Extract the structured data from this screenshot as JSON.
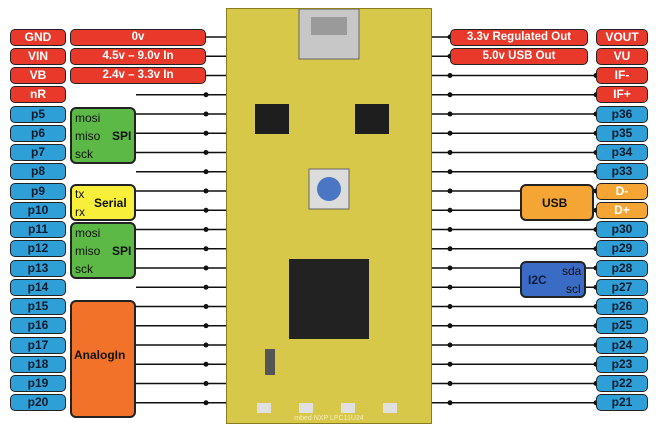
{
  "left_pins": [
    {
      "id": "gnd",
      "label": "GND",
      "kind": "red",
      "desc": "0v"
    },
    {
      "id": "vin",
      "label": "VIN",
      "kind": "red",
      "desc": "4.5v – 9.0v In"
    },
    {
      "id": "vb",
      "label": "VB",
      "kind": "red",
      "desc": "2.4v – 3.3v In"
    },
    {
      "id": "nr",
      "label": "nR",
      "kind": "red",
      "desc": ""
    },
    {
      "id": "p5",
      "label": "p5",
      "kind": "blue",
      "desc": ""
    },
    {
      "id": "p6",
      "label": "p6",
      "kind": "blue",
      "desc": ""
    },
    {
      "id": "p7",
      "label": "p7",
      "kind": "blue",
      "desc": ""
    },
    {
      "id": "p8",
      "label": "p8",
      "kind": "blue",
      "desc": ""
    },
    {
      "id": "p9",
      "label": "p9",
      "kind": "blue",
      "desc": ""
    },
    {
      "id": "p10",
      "label": "p10",
      "kind": "blue",
      "desc": ""
    },
    {
      "id": "p11",
      "label": "p11",
      "kind": "blue",
      "desc": ""
    },
    {
      "id": "p12",
      "label": "p12",
      "kind": "blue",
      "desc": ""
    },
    {
      "id": "p13",
      "label": "p13",
      "kind": "blue",
      "desc": ""
    },
    {
      "id": "p14",
      "label": "p14",
      "kind": "blue",
      "desc": ""
    },
    {
      "id": "p15",
      "label": "p15",
      "kind": "blue",
      "desc": ""
    },
    {
      "id": "p16",
      "label": "p16",
      "kind": "blue",
      "desc": ""
    },
    {
      "id": "p17",
      "label": "p17",
      "kind": "blue",
      "desc": ""
    },
    {
      "id": "p18",
      "label": "p18",
      "kind": "blue",
      "desc": ""
    },
    {
      "id": "p19",
      "label": "p19",
      "kind": "blue",
      "desc": ""
    },
    {
      "id": "p20",
      "label": "p20",
      "kind": "blue",
      "desc": ""
    }
  ],
  "right_pins": [
    {
      "id": "vout",
      "label": "VOUT",
      "kind": "red",
      "desc": "3.3v Regulated Out"
    },
    {
      "id": "vu",
      "label": "VU",
      "kind": "red",
      "desc": "5.0v USB Out"
    },
    {
      "id": "ifm",
      "label": "IF-",
      "kind": "red",
      "desc": ""
    },
    {
      "id": "ifp",
      "label": "IF+",
      "kind": "red",
      "desc": ""
    },
    {
      "id": "p36",
      "label": "p36",
      "kind": "blue",
      "desc": ""
    },
    {
      "id": "p35",
      "label": "p35",
      "kind": "blue",
      "desc": ""
    },
    {
      "id": "p34",
      "label": "p34",
      "kind": "blue",
      "desc": ""
    },
    {
      "id": "p33",
      "label": "p33",
      "kind": "blue",
      "desc": ""
    },
    {
      "id": "dm",
      "label": "D-",
      "kind": "amber",
      "desc": ""
    },
    {
      "id": "dp",
      "label": "D+",
      "kind": "amber",
      "desc": ""
    },
    {
      "id": "p30",
      "label": "p30",
      "kind": "blue",
      "desc": ""
    },
    {
      "id": "p29",
      "label": "p29",
      "kind": "blue",
      "desc": ""
    },
    {
      "id": "p28",
      "label": "p28",
      "kind": "blue",
      "desc": ""
    },
    {
      "id": "p27",
      "label": "p27",
      "kind": "blue",
      "desc": ""
    },
    {
      "id": "p26",
      "label": "p26",
      "kind": "blue",
      "desc": ""
    },
    {
      "id": "p25",
      "label": "p25",
      "kind": "blue",
      "desc": ""
    },
    {
      "id": "p24",
      "label": "p24",
      "kind": "blue",
      "desc": ""
    },
    {
      "id": "p23",
      "label": "p23",
      "kind": "blue",
      "desc": ""
    },
    {
      "id": "p22",
      "label": "p22",
      "kind": "blue",
      "desc": ""
    },
    {
      "id": "p21",
      "label": "p21",
      "kind": "blue",
      "desc": ""
    }
  ],
  "groups": {
    "spi1": {
      "title": "SPI",
      "lines": [
        "mosi",
        "miso",
        "sck"
      ]
    },
    "serial": {
      "title": "Serial",
      "lines": [
        "tx",
        "rx"
      ]
    },
    "spi2": {
      "title": "SPI",
      "lines": [
        "mosi",
        "miso",
        "sck"
      ]
    },
    "analog": {
      "title": "AnalogIn"
    },
    "usb": {
      "title": "USB"
    },
    "i2c": {
      "title": "I2C",
      "lines": [
        "sda",
        "scl"
      ]
    }
  },
  "board": {
    "silkscreen": "mbed NXP LPC11U24"
  },
  "colors": {
    "red": "#e8392b",
    "blue": "#2f9fd8",
    "green": "#5cb946",
    "yellow": "#f7ef3a",
    "orange": "#f37229",
    "amber": "#f4a534",
    "purple": "#3b6cc5",
    "board": "#d8c84a"
  }
}
